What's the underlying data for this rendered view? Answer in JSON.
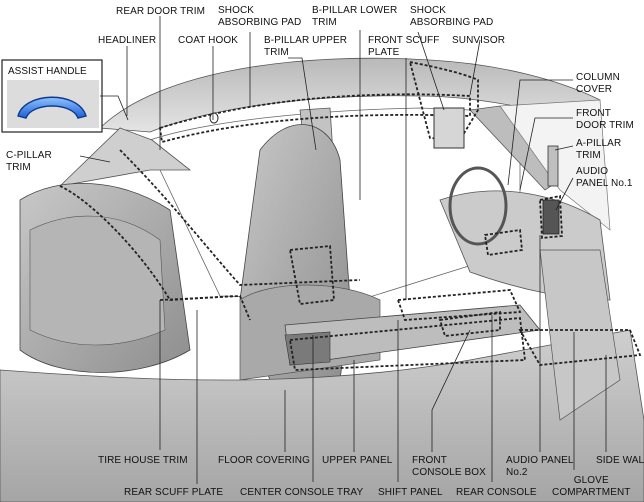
{
  "diagram": {
    "labels": {
      "rear_door_trim": "REAR DOOR TRIM",
      "shock_absorbing_pad_1": "SHOCK\nABSORBING PAD",
      "b_pillar_lower_trim": "B-PILLAR LOWER\nTRIM",
      "shock_absorbing_pad_2": "SHOCK\nABSORBING PAD",
      "headliner": "HEADLINER",
      "coat_hook": "COAT HOOK",
      "b_pillar_upper_trim": "B-PILLAR UPPER\nTRIM",
      "front_scuff_plate": "FRONT SCUFF\nPLATE",
      "sunvisor": "SUNVISOR",
      "assist_handle": "ASSIST HANDLE",
      "column_cover": "COLUMN\nCOVER",
      "front_door_trim": "FRONT\nDOOR TRIM",
      "c_pillar_trim": "C-PILLAR\nTRIM",
      "a_pillar_trim": "A-PILLAR\nTRIM",
      "audio_panel_no1": "AUDIO\nPANEL No.1",
      "tire_house_trim": "TIRE HOUSE TRIM",
      "floor_covering": "FLOOR COVERING",
      "upper_panel": "UPPER PANEL",
      "front_console_box": "FRONT\nCONSOLE BOX",
      "audio_panel_no2": "AUDIO PANEL\nNo.2",
      "side_wall": "SIDE WALL",
      "rear_scuff_plate": "REAR SCUFF PLATE",
      "center_console_tray": "CENTER CONSOLE TRAY",
      "shift_panel": "SHIFT PANEL",
      "rear_console": "REAR CONSOLE",
      "glove_compartment": "GLOVE\nCOMPARTMENT"
    }
  }
}
